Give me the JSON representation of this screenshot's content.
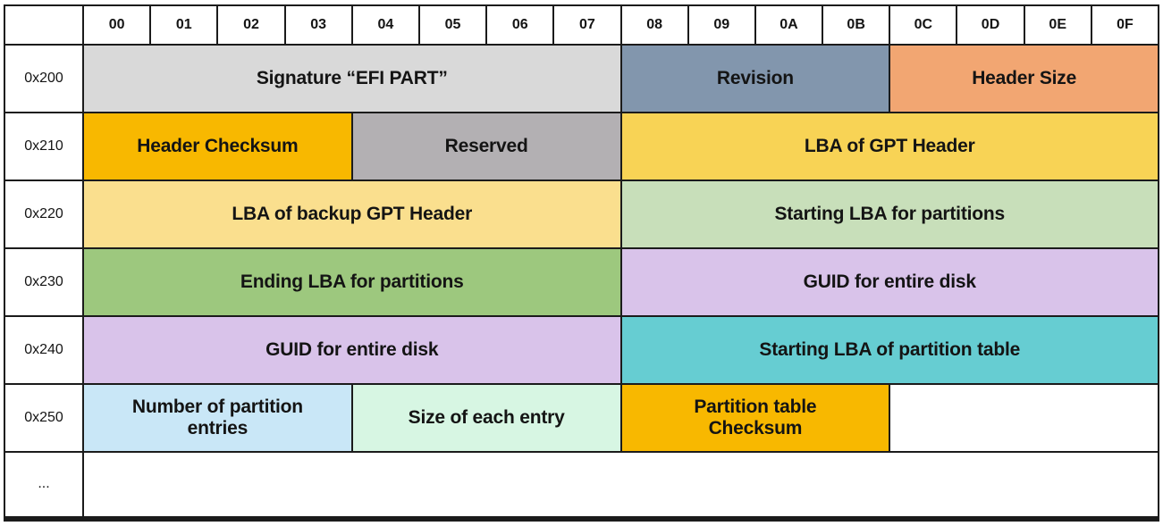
{
  "colors": {
    "grid_line": "#1b1b1b",
    "text": "#141414",
    "palette": {
      "white": "#ffffff",
      "gray_light": "#d9d9d9",
      "slate_blue": "#8296ad",
      "orange": "#f2a672",
      "amber": "#f8b800",
      "gray_mid": "#b3b0b3",
      "yellow": "#f8d355",
      "yellow_light": "#fadf8e",
      "green_light": "#c8dfba",
      "green": "#9dc87e",
      "purple": "#d9c3ea",
      "teal": "#66cdd2",
      "blue_light": "#c9e7f7",
      "mint": "#d7f6e3"
    }
  },
  "header": {
    "corner": "",
    "columns": [
      "00",
      "01",
      "02",
      "03",
      "04",
      "05",
      "06",
      "07",
      "08",
      "09",
      "0A",
      "0B",
      "0C",
      "0D",
      "0E",
      "0F"
    ]
  },
  "rows": [
    {
      "label": "0x200",
      "cells": [
        {
          "text": "Signature “EFI PART”",
          "span": 8,
          "color": "gray_light"
        },
        {
          "text": "Revision",
          "span": 4,
          "color": "slate_blue"
        },
        {
          "text": "Header Size",
          "span": 4,
          "color": "orange"
        }
      ]
    },
    {
      "label": "0x210",
      "cells": [
        {
          "text": "Header Checksum",
          "span": 4,
          "color": "amber"
        },
        {
          "text": "Reserved",
          "span": 4,
          "color": "gray_mid"
        },
        {
          "text": "LBA of GPT Header",
          "span": 8,
          "color": "yellow"
        }
      ]
    },
    {
      "label": "0x220",
      "cells": [
        {
          "text": "LBA of backup GPT Header",
          "span": 8,
          "color": "yellow_light"
        },
        {
          "text": "Starting LBA for partitions",
          "span": 8,
          "color": "green_light"
        }
      ]
    },
    {
      "label": "0x230",
      "cells": [
        {
          "text": "Ending LBA for partitions",
          "span": 8,
          "color": "green"
        },
        {
          "text": "GUID for entire disk",
          "span": 8,
          "color": "purple"
        }
      ]
    },
    {
      "label": "0x240",
      "cells": [
        {
          "text": "GUID for entire disk",
          "span": 8,
          "color": "purple"
        },
        {
          "text": "Starting LBA of partition table",
          "span": 8,
          "color": "teal"
        }
      ]
    },
    {
      "label": "0x250",
      "cells": [
        {
          "text": "Number of partition\nentries",
          "span": 4,
          "color": "blue_light"
        },
        {
          "text": "Size of each entry",
          "span": 4,
          "color": "mint"
        },
        {
          "text": "Partition table\nChecksum",
          "span": 4,
          "color": "amber"
        },
        {
          "text": "",
          "span": 4,
          "color": "white"
        }
      ]
    },
    {
      "label": "...",
      "cells": [
        {
          "text": "",
          "span": 16,
          "color": "white"
        }
      ]
    }
  ]
}
